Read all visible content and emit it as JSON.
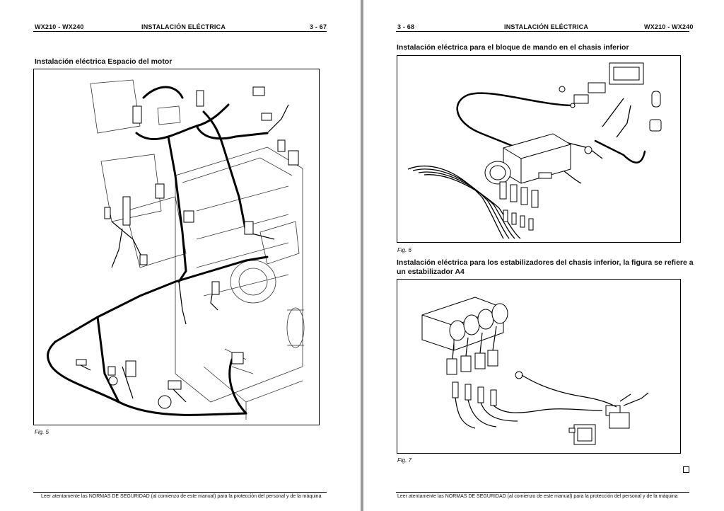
{
  "left_page": {
    "header": {
      "model": "WX210 - WX240",
      "section": "INSTALACIÓN ELÉCTRICA",
      "page": "3 - 67"
    },
    "section_title": "Instalación eléctrica Espacio del motor",
    "figure_caption": "Fig. 5",
    "footer": "Leer atentamente las NORMAS DE SEGURIDAD (al comienzo de este manual) para la protección del personal y de la máquina"
  },
  "right_page": {
    "header": {
      "page": "3 - 68",
      "section": "INSTALACIÓN ELÉCTRICA",
      "model": "WX210 - WX240"
    },
    "section_title_1": "Instalación eléctrica para el bloque de mando en el chasis inferior",
    "figure_caption_1": "Fig. 6",
    "section_title_2_line1": "Instalación eléctrica para los estabilizadores del chasis inferior, la figura se refiere a",
    "section_title_2_line2": "un estabilizador A4",
    "figure_caption_2": "Fig. 7",
    "footer": "Leer atentamente las NORMAS DE SEGURIDAD (al comienzo de este manual) para la protección del personal y de la máquina"
  },
  "icons": {
    "end_marker": "square-end-marker-icon"
  }
}
